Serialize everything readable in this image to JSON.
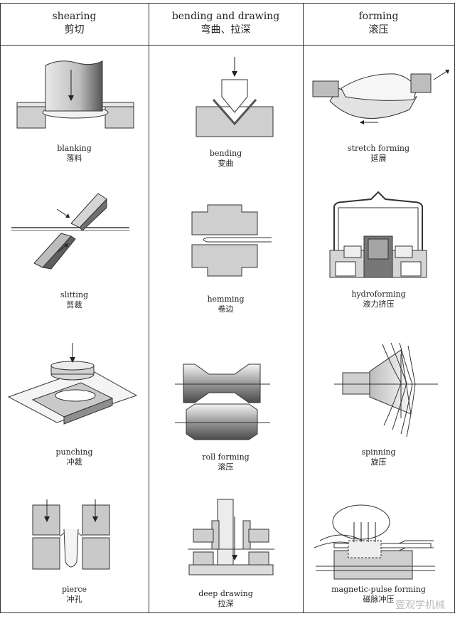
{
  "columns": [
    {
      "en": "shearing",
      "zh": "剪切"
    },
    {
      "en": "bending and drawing",
      "zh": "弯曲、拉深"
    },
    {
      "en": "forming",
      "zh": "滚压"
    }
  ],
  "processes": [
    [
      {
        "en": "blanking",
        "zh": "落料"
      },
      {
        "en": "slitting",
        "zh": "剪裁"
      },
      {
        "en": "punching",
        "zh": "冲裁"
      },
      {
        "en": "pierce",
        "zh": "冲孔"
      }
    ],
    [
      {
        "en": "bending",
        "zh": "变曲"
      },
      {
        "en": "hemming",
        "zh": "卷边"
      },
      {
        "en": "roll forming",
        "zh": "滚压"
      },
      {
        "en": "deep drawing",
        "zh": "拉深"
      }
    ],
    [
      {
        "en": "stretch forming",
        "zh": "延展"
      },
      {
        "en": "hydroforming",
        "zh": "液力挤压"
      },
      {
        "en": "spinning",
        "zh": "旋压"
      },
      {
        "en": "magnetic-pulse forming",
        "zh": "磁脉冲压"
      }
    ]
  ],
  "watermark": "壹观学机械"
}
